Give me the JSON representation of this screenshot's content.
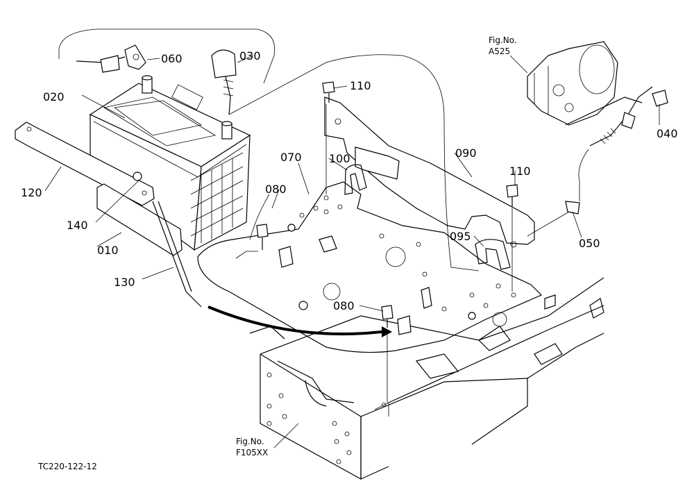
{
  "part_labels": {
    "p010": "010",
    "p020": "020",
    "p030": "030",
    "p040": "040",
    "p050": "050",
    "p060": "060",
    "p070": "070",
    "p080a": "080",
    "p080b": "080",
    "p090": "090",
    "p095": "095",
    "p100": "100",
    "p110a": "110",
    "p110b": "110",
    "p120": "120",
    "p130": "130",
    "p140": "140"
  },
  "references": {
    "fig_a_title": "Fig.No.",
    "fig_a_code": "A525",
    "fig_b_title": "Fig.No.",
    "fig_b_code": "F105XX"
  },
  "drawing_code": "TC220-122-12"
}
